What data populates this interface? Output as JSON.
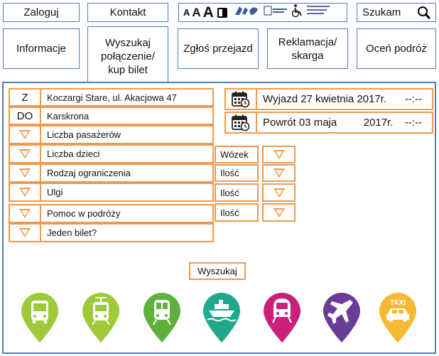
{
  "top": {
    "login": "Zaloguj",
    "contact": "Kontakt",
    "font_small": "A",
    "font_medium": "A",
    "font_large": "A",
    "search_label": "Szukam"
  },
  "nav": {
    "info": "Informacje",
    "search_line1": "Wyszukaj",
    "search_line2": "połączenie/",
    "search_line3": "kup bilet",
    "report": "Zgłoś przejazd",
    "complaint_line1": "Reklamacja/",
    "complaint_line2": "skarga",
    "rate": "Oceń podróż"
  },
  "form": {
    "from_prefix": "Z",
    "from_value": "Koczargi Stare, ul. Akacjowa 47",
    "to_prefix": "DO",
    "to_value": "Karskrona",
    "passengers": "Liczba pasażerów",
    "children": "Liczba dzieci",
    "restriction": "Rodzaj ograniczenia",
    "discounts": "Ulgi",
    "assistance": "Pomoc w podróży",
    "single_ticket": "Jeden bilet?",
    "stroller": "Wózek",
    "qty1": "Ilość",
    "qty2": "Ilość",
    "qty3": "Ilość",
    "departure": "Wyjazd 27 kwietnia 2017r.",
    "departure_time": "--:--",
    "return": "Powrót 03 maja         2017r.",
    "return_time": "--:--",
    "search_button": "Wyszukaj"
  },
  "transport": {
    "taxi_label": "TAXI",
    "colors": {
      "bus": "#9dc93b",
      "tram": "#9dc93b",
      "train": "#5fb13d",
      "ferry": "#1fa88a",
      "rail": "#c9207a",
      "plane": "#6a3c95",
      "taxi": "#f7b832"
    }
  },
  "colors": {
    "blue_border": "#4b7fc0",
    "orange_border": "#ee9a4e"
  }
}
